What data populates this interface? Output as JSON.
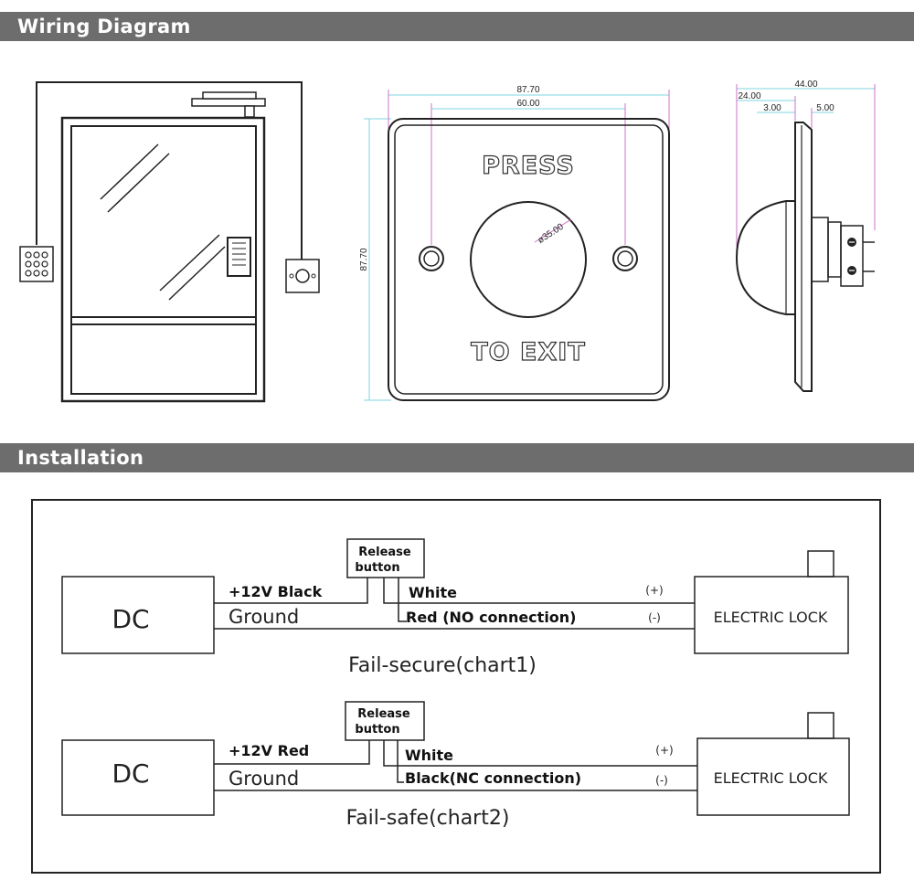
{
  "sections": {
    "wiring_title": "Wiring Diagram",
    "installation_title": "Installation"
  },
  "plate": {
    "press_label": "PRESS",
    "exit_label": "TO EXIT",
    "dim_width": "87.70",
    "dim_hole_spacing": "60.00",
    "dim_height": "87.70",
    "dim_button_diameter": "ø35.00"
  },
  "side_view": {
    "dim_total": "44.00",
    "dim_dome": "24.00",
    "dim_plate": "3.00",
    "dim_terminal": "5.00"
  },
  "chart1": {
    "dc_label": "DC",
    "positive_wire": "+12V Black",
    "ground_wire": "Ground",
    "button_label_line1": "Release",
    "button_label_line2": "button",
    "white_wire": "White",
    "second_wire": "Red (NO connection)",
    "plus_sign": "(+)",
    "minus_sign": "(-)",
    "lock_label": "ELECTRIC LOCK",
    "caption": "Fail-secure(chart1)"
  },
  "chart2": {
    "dc_label": "DC",
    "positive_wire": "+12V Red",
    "ground_wire": "Ground",
    "button_label_line1": "Release",
    "button_label_line2": "button",
    "white_wire": "White",
    "second_wire": "Black(NC connection)",
    "plus_sign": "(+)",
    "minus_sign": "(-)",
    "lock_label": "ELECTRIC LOCK",
    "caption": "Fail-safe(chart2)"
  },
  "colors": {
    "section_bar": "#6d6d6d",
    "dimension_cyan": "#7fd4e0",
    "dimension_magenta": "#d070c8",
    "line": "#222222"
  }
}
